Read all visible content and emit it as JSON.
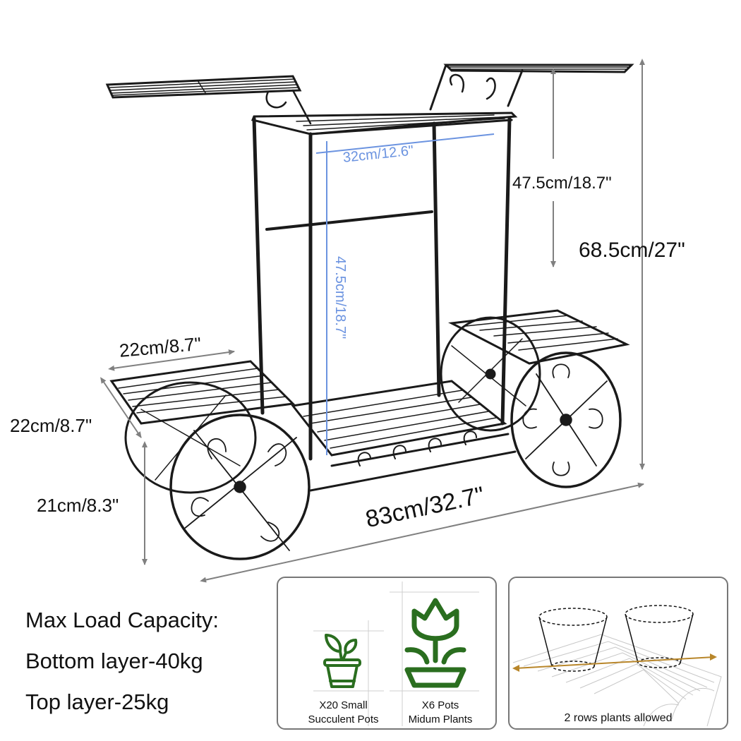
{
  "dimensions": {
    "top_depth": "32cm/12.6\"",
    "inner_height": "47.5cm/18.7\"",
    "upper_clearance": "47.5cm/18.7\"",
    "total_height": "68.5cm/27\"",
    "side_shelf_width": "22cm/8.7\"",
    "side_shelf_depth": "22cm/8.7\"",
    "side_shelf_height": "21cm/8.3\"",
    "total_length": "83cm/32.7\""
  },
  "load_capacity": {
    "title": "Max Load Capacity:",
    "bottom": "Bottom layer-40kg",
    "top": "Top layer-25kg"
  },
  "pots_card": {
    "small": {
      "line1": "X20 Small",
      "line2": "Succulent Pots",
      "icon": "sprout-pot-icon"
    },
    "medium": {
      "line1": "X6 Pots",
      "line2": "Midum Plants",
      "icon": "tulip-pot-icon"
    }
  },
  "rows_card": {
    "caption": "2 rows plants allowed"
  },
  "colors": {
    "metal": "#1a1a1a",
    "dim_arrow": "#808080",
    "dim_blue": "#6b93e0",
    "icon_green": "#2a6e1f",
    "row_arrow": "#b8862a",
    "card_border": "#777777"
  }
}
